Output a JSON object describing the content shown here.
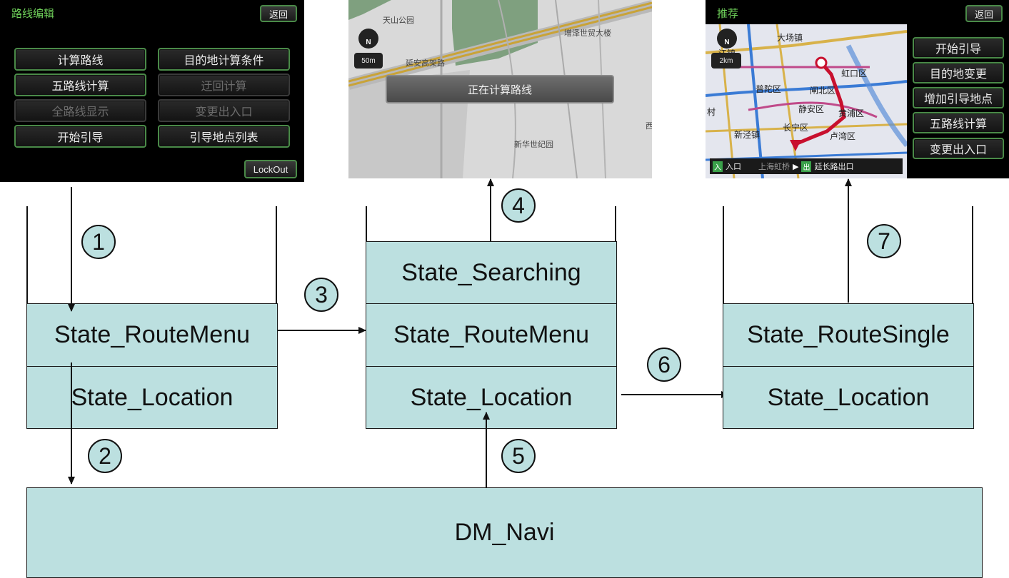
{
  "panel1": {
    "title": "路线编辑",
    "back": "返回",
    "buttons": [
      "计算路线",
      "目的地计算条件",
      "五路线计算",
      "迂回计算",
      "全路线显示",
      "变更出入口",
      "开始引导",
      "引导地点列表"
    ],
    "lockout": "LockOut"
  },
  "panel2": {
    "compass": "N",
    "scale": "50m",
    "calculating": "正在计算路线",
    "labels": [
      "天山公园",
      "增泽世贸大楼",
      "延安高架路",
      "新华世纪园",
      "西"
    ]
  },
  "panel3": {
    "title": "推荐",
    "back": "返回",
    "compass": "N",
    "scale": "2km",
    "buttons": [
      "开始引导",
      "目的地变更",
      "增加引导地点",
      "五路线计算",
      "变更出入口"
    ],
    "map_labels": [
      "大场镇",
      "江镇",
      "虹口区",
      "闸北区",
      "普陀区",
      "静安区",
      "黄浦区",
      "村",
      "长宁区",
      "新泾镇",
      "卢湾区"
    ],
    "entry": "入口",
    "entry_icon": "入",
    "middle": "上海虹桥",
    "exit_icon": "出",
    "exit": "延长路出口"
  },
  "stacks": {
    "left": [
      "State_RouteMenu",
      "State_Location"
    ],
    "middle": [
      "State_Searching",
      "State_RouteMenu",
      "State_Location"
    ],
    "right": [
      "State_RouteSingle",
      "State_Location"
    ]
  },
  "bottom": "DM_Navi",
  "steps": [
    "1",
    "2",
    "3",
    "4",
    "5",
    "6",
    "7"
  ]
}
